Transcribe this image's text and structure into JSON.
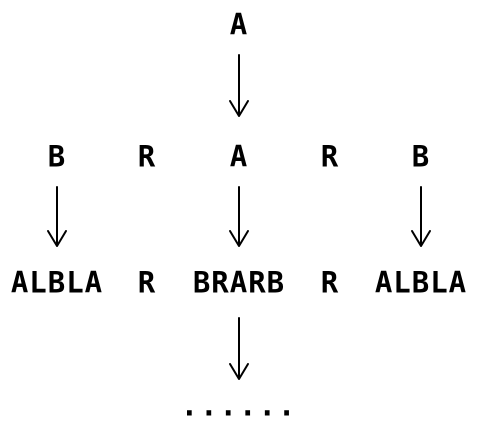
{
  "diagram": {
    "level0": {
      "center": "A"
    },
    "level1": {
      "left": "B",
      "left_sep": "R",
      "center": "A",
      "right_sep": "R",
      "right": "B"
    },
    "level2": {
      "left": "ALBLA",
      "left_sep": "R",
      "center": "BRARB",
      "right_sep": "R",
      "right": "ALBLA"
    },
    "continuation": "......"
  },
  "colors": {
    "ink": "#000000",
    "background": "#ffffff"
  }
}
